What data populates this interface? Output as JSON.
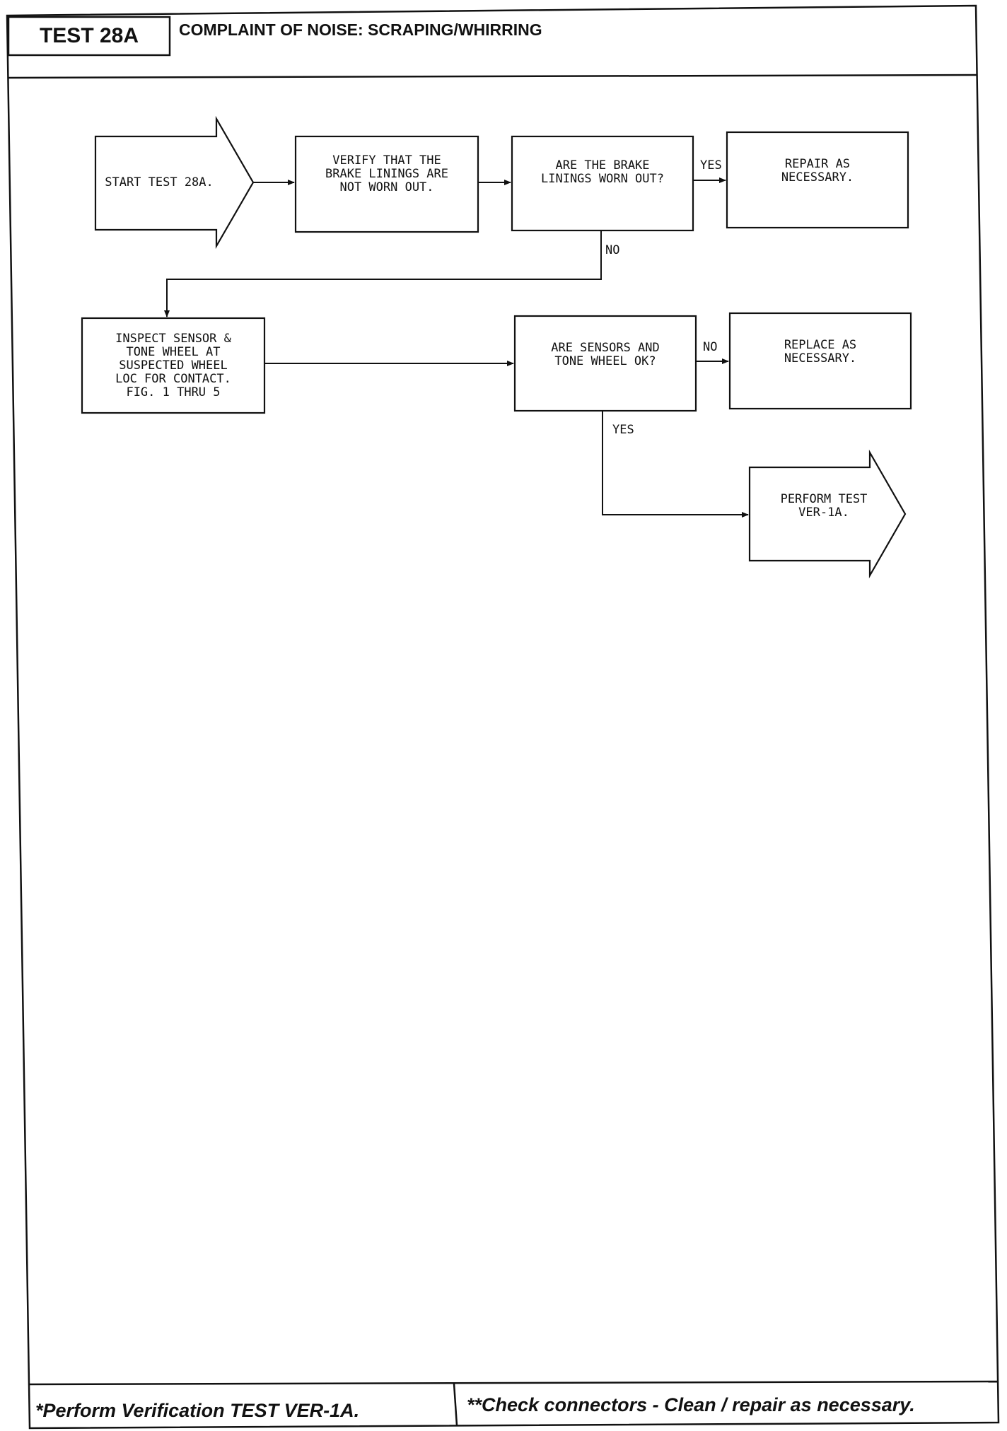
{
  "header": {
    "test_id": "TEST 28A",
    "title": "COMPLAINT OF NOISE: SCRAPING/WHIRRING"
  },
  "nodes": {
    "start": "START TEST 28A.",
    "verify": "VERIFY THAT THE\nBRAKE LININGS ARE\nNOT WORN OUT.",
    "q_linings": "ARE THE BRAKE\nLININGS WORN OUT?",
    "repair": "REPAIR AS\nNECESSARY.",
    "inspect": "INSPECT SENSOR &\nTONE WHEEL AT\nSUSPECTED WHEEL\nLOC FOR CONTACT.\nFIG. 1 THRU 5",
    "q_sensors": "ARE SENSORS AND\nTONE WHEEL OK?",
    "replace": "REPLACE AS\nNECESSARY.",
    "perform": "PERFORM TEST\nVER-1A."
  },
  "edges": {
    "linings_yes": "YES",
    "linings_no": "NO",
    "sensors_no": "NO",
    "sensors_yes": "YES"
  },
  "footer": {
    "left": "*Perform Verification TEST VER-1A.",
    "right": "**Check connectors - Clean / repair as necessary."
  }
}
